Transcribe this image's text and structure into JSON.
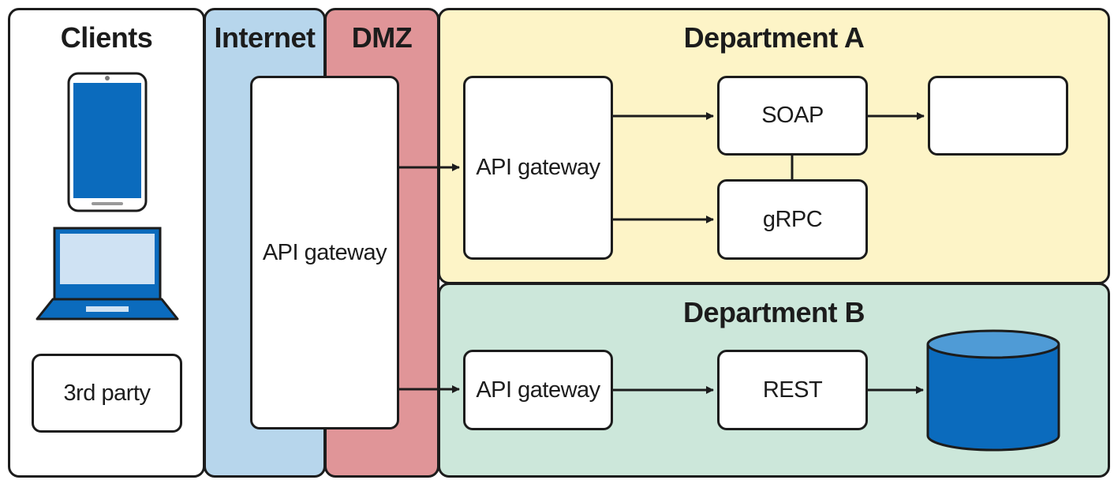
{
  "zones": {
    "clients": "Clients",
    "internet": "Internet",
    "dmz": "DMZ",
    "department_a": "Department A",
    "department_b": "Department B"
  },
  "clients": {
    "third_party": "3rd party",
    "icons": [
      "smartphone-icon",
      "laptop-icon"
    ]
  },
  "gateways": {
    "edge": "API gateway",
    "department_a": "API gateway",
    "department_b": "API gateway"
  },
  "services": {
    "soap": "SOAP",
    "grpc": "gRPC",
    "rest": "REST",
    "database_icon": "database-icon"
  },
  "colors": {
    "internet": "#b7d6ec",
    "dmz": "#e09598",
    "department_a": "#fdf4c7",
    "department_b": "#cce7da",
    "device_blue": "#0b6bbd",
    "stroke": "#1c1c1c"
  }
}
